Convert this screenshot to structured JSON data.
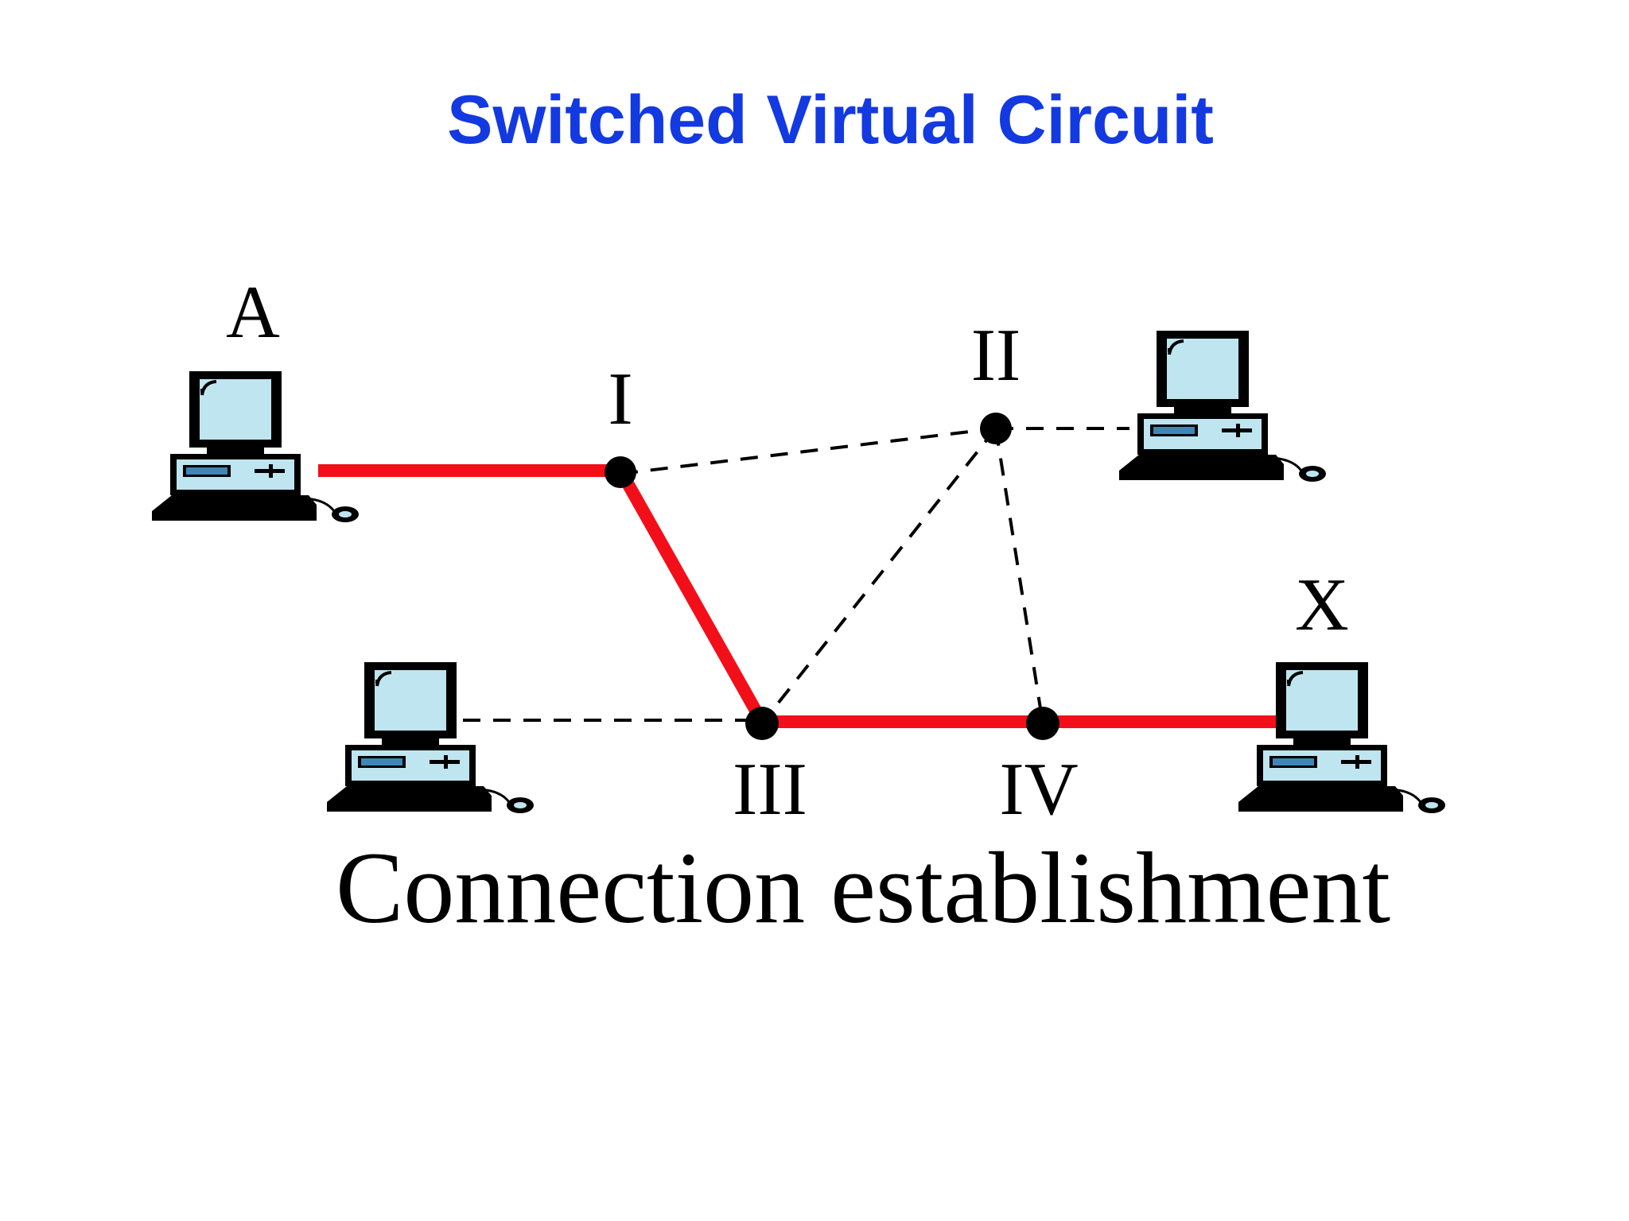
{
  "title": "Switched Virtual Circuit",
  "caption": "Connection establishment",
  "colors": {
    "title": "#1339E0",
    "established_path": "#F20F1A",
    "dashed_link": "#000000",
    "screen": "#BFE5F0",
    "node": "#000000"
  },
  "labels": {
    "host_a": "A",
    "host_x": "X",
    "switch_i": "I",
    "switch_ii": "II",
    "switch_iii": "III",
    "switch_iv": "IV"
  },
  "icons": {
    "computer": "desktop-computer-icon"
  }
}
